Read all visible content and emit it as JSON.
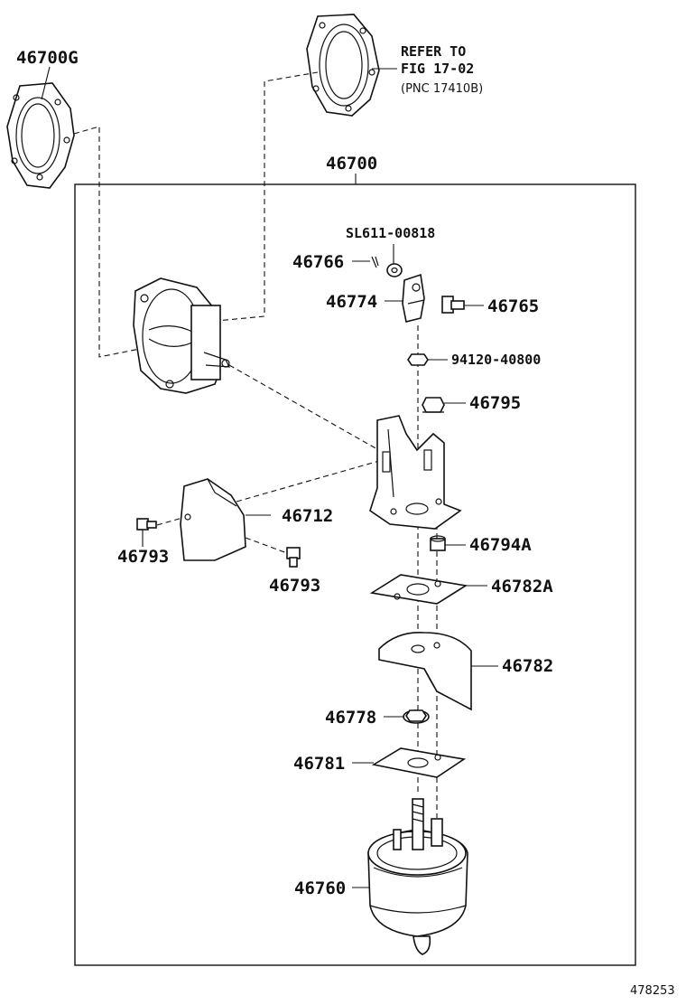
{
  "labels": {
    "gasket_g": "46700G",
    "refer_line1": "REFER TO",
    "refer_line2": "FIG 17-02",
    "refer_line3": "(PNC 17410B)",
    "assy": "46700",
    "sl": "SL611-00818",
    "pin": "46766",
    "link": "46774",
    "bolt_link": "46765",
    "nut_small": "94120-40800",
    "nut_flange": "46795",
    "bracket_cover": "46712",
    "screw_a": "46793",
    "screw_b": "46793",
    "collar": "46794A",
    "plate_a": "46782A",
    "shield": "46782",
    "nut_mount": "46778",
    "plate_lower": "46781",
    "actuator": "46760"
  },
  "footer": {
    "code": "478253"
  }
}
